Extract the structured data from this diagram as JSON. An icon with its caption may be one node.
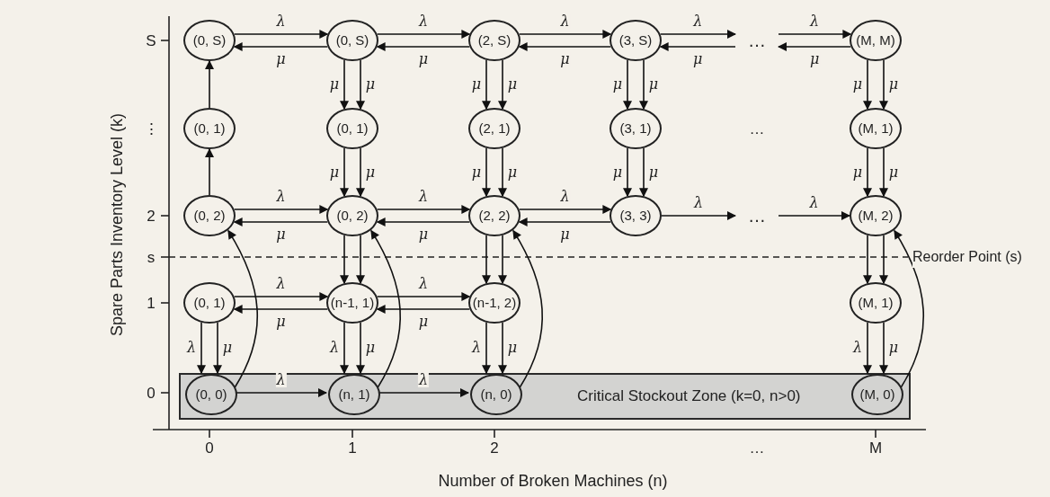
{
  "diagram": {
    "nodes": [
      {
        "text": [
          "(0, S)"
        ]
      },
      {
        "text": [
          "(0, S)"
        ]
      },
      {
        "text": [
          "(2, S)"
        ]
      },
      {
        "text": [
          "(3, S)"
        ]
      },
      {
        "text": [
          "…"
        ]
      },
      {
        "text": [
          "(M, M)"
        ]
      },
      {
        "text": [
          "(0, 1)"
        ]
      },
      {
        "text": [
          "(0, 1)"
        ]
      },
      {
        "text": [
          "(2, 1)"
        ]
      },
      {
        "text": [
          "(3, 1)"
        ]
      },
      {
        "text": [
          "(M, 1)"
        ]
      },
      {
        "text": [
          "(0, 2)"
        ]
      },
      {
        "text": [
          "(0, 2)"
        ]
      },
      {
        "text": [
          "(2, 2)"
        ]
      },
      {
        "text": [
          "(3, 3)"
        ]
      },
      {
        "text": [
          "…"
        ]
      },
      {
        "text": [
          "(M, 2)"
        ]
      },
      {
        "text": [
          "(0, 1)"
        ]
      },
      {
        "text": [
          "(n-1, 1)"
        ]
      },
      {
        "text": [
          "(n-1, 2)"
        ]
      },
      {
        "text": [
          "(M, 1)"
        ]
      },
      {
        "text": [
          "Critical Stockout Zone (k=0, n>0)"
        ]
      },
      {
        "text": [
          "(0, 0)"
        ],
        "in": 21
      },
      {
        "text": [
          "(n, 1)"
        ],
        "in": 21
      },
      {
        "text": [
          "(n, 0)"
        ],
        "in": 21
      },
      {
        "text": [
          "(M, 0)"
        ],
        "in": 21
      }
    ],
    "edges": [
      {
        "from": 0,
        "to": 1,
        "arrow": "to",
        "label": "λ"
      },
      {
        "from": 1,
        "to": 0,
        "arrow": "to",
        "label": "μ"
      },
      {
        "from": 1,
        "to": 2,
        "arrow": "to",
        "label": "λ"
      },
      {
        "from": 2,
        "to": 1,
        "arrow": "to",
        "label": "μ"
      },
      {
        "from": 2,
        "to": 3,
        "arrow": "to",
        "label": "λ"
      },
      {
        "from": 3,
        "to": 2,
        "arrow": "to",
        "label": "μ"
      },
      {
        "from": 3,
        "to": 4,
        "arrow": "to",
        "label": "λ"
      },
      {
        "from": 4,
        "to": 3,
        "arrow": "to",
        "label": "μ"
      },
      {
        "from": 4,
        "to": 5,
        "arrow": "to",
        "label": "λ"
      },
      {
        "from": 5,
        "to": 4,
        "arrow": "to",
        "label": "μ"
      },
      {
        "from": 6,
        "to": 0,
        "arrow": "to"
      },
      {
        "from": 1,
        "to": 7,
        "arrow": "to",
        "label": "μ"
      },
      {
        "from": 1,
        "to": 7,
        "arrow": "to",
        "label": "μ"
      },
      {
        "from": 2,
        "to": 8,
        "arrow": "to",
        "label": "μ"
      },
      {
        "from": 2,
        "to": 8,
        "arrow": "to",
        "label": "μ"
      },
      {
        "from": 3,
        "to": 9,
        "arrow": "to",
        "label": "μ"
      },
      {
        "from": 3,
        "to": 9,
        "arrow": "to",
        "label": "μ"
      },
      {
        "from": 5,
        "to": 10,
        "arrow": "to",
        "label": "μ"
      },
      {
        "from": 5,
        "to": 10,
        "arrow": "to",
        "label": "μ"
      },
      {
        "from": 11,
        "to": 6,
        "arrow": "to"
      },
      {
        "from": 7,
        "to": 12,
        "arrow": "to",
        "label": "μ"
      },
      {
        "from": 7,
        "to": 12,
        "arrow": "to",
        "label": "μ"
      },
      {
        "from": 8,
        "to": 13,
        "arrow": "to",
        "label": "μ"
      },
      {
        "from": 8,
        "to": 13,
        "arrow": "to",
        "label": "μ"
      },
      {
        "from": 9,
        "to": 14,
        "arrow": "to",
        "label": "μ"
      },
      {
        "from": 9,
        "to": 14,
        "arrow": "to",
        "label": "μ"
      },
      {
        "from": 10,
        "to": 16,
        "arrow": "to",
        "label": "μ"
      },
      {
        "from": 10,
        "to": 16,
        "arrow": "to",
        "label": "μ"
      },
      {
        "from": 11,
        "to": 12,
        "arrow": "to",
        "label": "λ"
      },
      {
        "from": 12,
        "to": 11,
        "arrow": "to",
        "label": "μ"
      },
      {
        "from": 12,
        "to": 13,
        "arrow": "to",
        "label": "λ"
      },
      {
        "from": 13,
        "to": 12,
        "arrow": "to",
        "label": "μ"
      },
      {
        "from": 13,
        "to": 14,
        "arrow": "to",
        "label": "λ"
      },
      {
        "from": 14,
        "to": 13,
        "arrow": "to",
        "label": "μ"
      },
      {
        "from": 14,
        "to": 15,
        "arrow": "to",
        "label": "λ"
      },
      {
        "from": 15,
        "to": 16,
        "arrow": "to",
        "label": "λ"
      },
      {
        "from": 12,
        "to": 18,
        "arrow": "to"
      },
      {
        "from": 12,
        "to": 18,
        "arrow": "to"
      },
      {
        "from": 13,
        "to": 19,
        "arrow": "to"
      },
      {
        "from": 13,
        "to": 19,
        "arrow": "to"
      },
      {
        "from": 16,
        "to": 20,
        "arrow": "to"
      },
      {
        "from": 16,
        "to": 20,
        "arrow": "to"
      },
      {
        "from": 17,
        "to": 18,
        "arrow": "to",
        "label": "λ"
      },
      {
        "from": 18,
        "to": 17,
        "arrow": "to",
        "label": "μ"
      },
      {
        "from": 18,
        "to": 19,
        "arrow": "to",
        "label": "λ"
      },
      {
        "from": 19,
        "to": 18,
        "arrow": "to",
        "label": "μ"
      },
      {
        "from": 17,
        "to": 22,
        "arrow": "to",
        "label": "λ"
      },
      {
        "from": 17,
        "to": 22,
        "arrow": "to",
        "label": "μ"
      },
      {
        "from": 18,
        "to": 23,
        "arrow": "to",
        "label": "λ"
      },
      {
        "from": 18,
        "to": 23,
        "arrow": "to",
        "label": "μ"
      },
      {
        "from": 19,
        "to": 24,
        "arrow": "to",
        "label": "λ"
      },
      {
        "from": 19,
        "to": 24,
        "arrow": "to",
        "label": "μ"
      },
      {
        "from": 20,
        "to": 25,
        "arrow": "to",
        "label": "λ"
      },
      {
        "from": 20,
        "to": 25,
        "arrow": "to",
        "label": "μ"
      },
      {
        "from": 22,
        "to": 23,
        "arrow": "to",
        "label": "λ"
      },
      {
        "from": 23,
        "to": 24,
        "arrow": "to",
        "label": "λ"
      },
      {
        "from": 22,
        "to": 11,
        "arrow": "to"
      },
      {
        "from": 23,
        "to": 12,
        "arrow": "to"
      },
      {
        "from": 24,
        "to": 13,
        "arrow": "to"
      },
      {
        "from": 25,
        "to": 16,
        "arrow": "to"
      }
    ],
    "labels": [
      "Spare Parts Inventory Level (k)",
      "S",
      "⋮",
      "…",
      "2",
      "s",
      "Reorder Point (s)",
      "1",
      "0",
      "0",
      "1",
      "2",
      "…",
      "M",
      "Number of Broken Machines (n)"
    ]
  }
}
